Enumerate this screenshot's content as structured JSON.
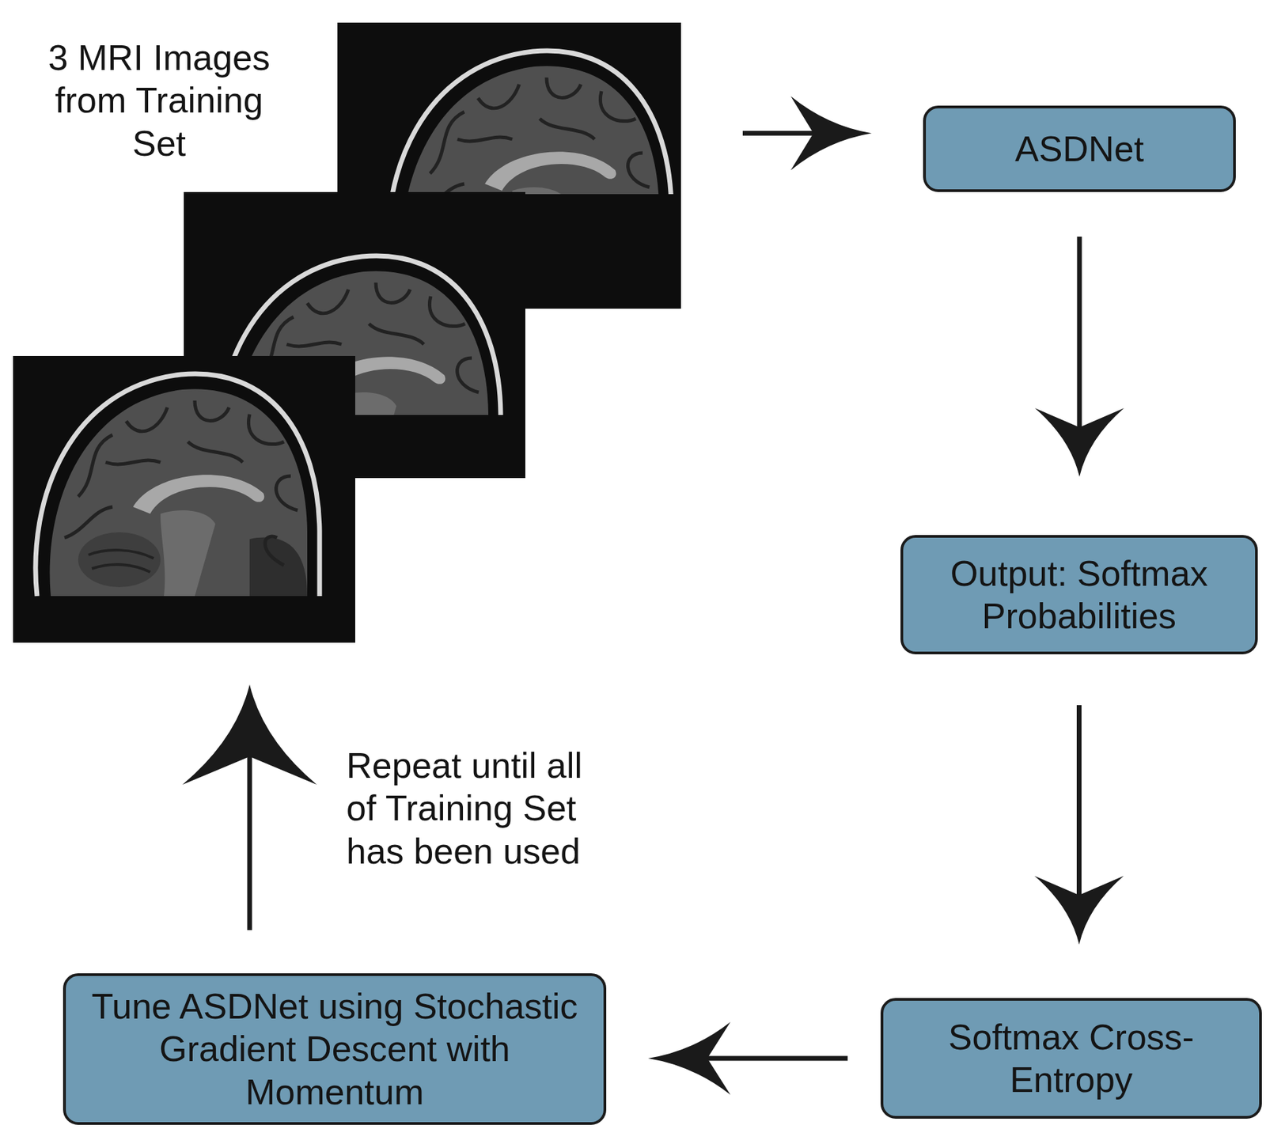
{
  "diagram": {
    "nodes": [
      {
        "text": [
          "3 MRI Images from Training Set"
        ]
      },
      {
        "text": [
          "ASDNet"
        ]
      },
      {
        "text": [
          "Output: Softmax Probabilities"
        ]
      },
      {
        "text": [
          "Softmax Cross-Entropy"
        ]
      },
      {
        "text": [
          "Tune ASDNet using Stochastic Gradient Descent with Momentum"
        ]
      }
    ],
    "edges": [
      {
        "from": 0,
        "to": 1,
        "arrow": "to"
      },
      {
        "from": 1,
        "to": 2,
        "arrow": "to"
      },
      {
        "from": 2,
        "to": 3,
        "arrow": "to"
      },
      {
        "from": 3,
        "to": 4,
        "arrow": "to"
      },
      {
        "from": 4,
        "to": 0,
        "arrow": "to",
        "label": "Repeat until all of Training Set has been used"
      }
    ]
  }
}
